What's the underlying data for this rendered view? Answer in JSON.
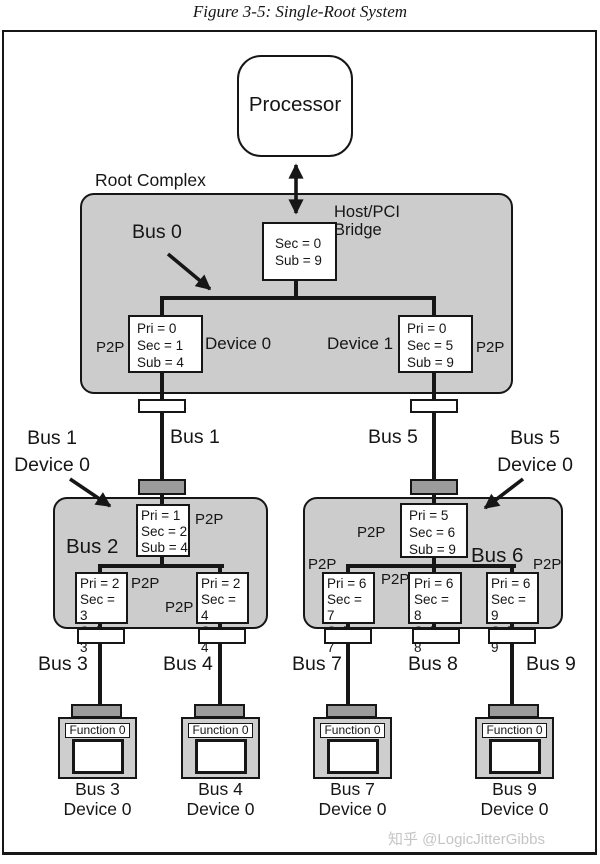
{
  "title": "Figure 3-5: Single-Root System",
  "watermark": "知乎 @LogicJitterGibbs",
  "processor": {
    "label": "Processor"
  },
  "root_complex": {
    "label": "Root Complex",
    "bus0_label": "Bus 0",
    "host_bridge": {
      "name_line1": "Host/PCI",
      "name_line2": "Bridge",
      "sec": "Sec = 0",
      "sub": "Sub = 9"
    },
    "dev0": {
      "p2p": "P2P",
      "label": "Device 0",
      "pri": "Pri = 0",
      "sec": "Sec = 1",
      "sub": "Sub = 4"
    },
    "dev1": {
      "p2p": "P2P",
      "label": "Device 1",
      "pri": "Pri = 0",
      "sec": "Sec = 5",
      "sub": "Sub = 9"
    }
  },
  "links": {
    "bus1": "Bus 1",
    "bus5": "Bus 5"
  },
  "callouts": {
    "left": {
      "line1": "Bus 1",
      "line2": "Device 0"
    },
    "right": {
      "line1": "Bus 5",
      "line2": "Device 0"
    }
  },
  "switch_left": {
    "bus_label": "Bus 2",
    "upstream": {
      "pri": "Pri = 1",
      "sec": "Sec = 2",
      "sub": "Sub = 4",
      "p2p": "P2P"
    },
    "down1": {
      "pri": "Pri = 2",
      "sec": "Sec = 3",
      "sub": "Sub = 3",
      "p2p": "P2P"
    },
    "down2": {
      "pri": "Pri = 2",
      "sec": "Sec = 4",
      "sub": "Sub = 4",
      "p2p": "P2P"
    }
  },
  "switch_right": {
    "bus_label": "Bus 6",
    "p2p_outer_left": "P2P",
    "p2p_outer_right": "P2P",
    "upstream": {
      "pri": "Pri = 5",
      "sec": "Sec = 6",
      "sub": "Sub = 9",
      "p2p": "P2P"
    },
    "down1": {
      "pri": "Pri = 6",
      "sec": "Sec = 7",
      "sub": "Sub = 7"
    },
    "down2": {
      "pri": "Pri = 6",
      "sec": "Sec = 8",
      "sub": "Sub = 8",
      "p2p": "P2P"
    },
    "down3": {
      "pri": "Pri = 6",
      "sec": "Sec = 9",
      "sub": "Sub = 9"
    }
  },
  "bus_row": {
    "bus3": "Bus 3",
    "bus4": "Bus 4",
    "bus7": "Bus 7",
    "bus8": "Bus 8",
    "bus9": "Bus 9"
  },
  "endpoints": [
    {
      "function": "Function 0",
      "bus": "Bus 3",
      "device": "Device 0"
    },
    {
      "function": "Function 0",
      "bus": "Bus 4",
      "device": "Device 0"
    },
    {
      "function": "Function 0",
      "bus": "Bus 7",
      "device": "Device 0"
    },
    {
      "function": "Function 0",
      "bus": "Bus 9",
      "device": "Device 0"
    }
  ],
  "colors": {
    "container_gray": "#cccccc",
    "connector_gray": "#9b9b9b",
    "line_black": "#161616",
    "watermark_gray": "#c5c5c5"
  }
}
